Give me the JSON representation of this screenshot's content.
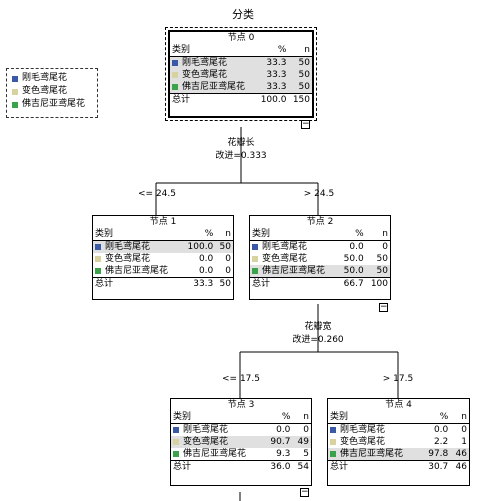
{
  "title": "分类",
  "colors": {
    "c1": "#3a5aa8",
    "c2": "#d8d2a0",
    "c3": "#3aa34a"
  },
  "legend": [
    "刚毛鸢尾花",
    "变色鸢尾花",
    "佛吉尼亚鸢尾花"
  ],
  "cols": {
    "cat": "类别",
    "pct": "%",
    "n": "n"
  },
  "total_label": "总计",
  "toggle_glyph": "−",
  "nodes": {
    "n0": {
      "label": "节点 0",
      "rows": [
        [
          "刚毛鸢尾花",
          "33.3",
          "50"
        ],
        [
          "变色鸢尾花",
          "33.3",
          "50"
        ],
        [
          "佛吉尼亚鸢尾花",
          "33.3",
          "50"
        ]
      ],
      "total": [
        "100.0",
        "150"
      ]
    },
    "n1": {
      "label": "节点 1",
      "rows": [
        [
          "刚毛鸢尾花",
          "100.0",
          "50"
        ],
        [
          "变色鸢尾花",
          "0.0",
          "0"
        ],
        [
          "佛吉尼亚鸢尾花",
          "0.0",
          "0"
        ]
      ],
      "total": [
        "33.3",
        "50"
      ]
    },
    "n2": {
      "label": "节点 2",
      "rows": [
        [
          "刚毛鸢尾花",
          "0.0",
          "0"
        ],
        [
          "变色鸢尾花",
          "50.0",
          "50"
        ],
        [
          "佛吉尼亚鸢尾花",
          "50.0",
          "50"
        ]
      ],
      "total": [
        "66.7",
        "100"
      ]
    },
    "n3": {
      "label": "节点 3",
      "rows": [
        [
          "刚毛鸢尾花",
          "0.0",
          "0"
        ],
        [
          "变色鸢尾花",
          "90.7",
          "49"
        ],
        [
          "佛吉尼亚鸢尾花",
          "9.3",
          "5"
        ]
      ],
      "total": [
        "36.0",
        "54"
      ]
    },
    "n4": {
      "label": "节点 4",
      "rows": [
        [
          "刚毛鸢尾花",
          "0.0",
          "0"
        ],
        [
          "变色鸢尾花",
          "2.2",
          "1"
        ],
        [
          "佛吉尼亚鸢尾花",
          "97.8",
          "46"
        ]
      ],
      "total": [
        "30.7",
        "46"
      ]
    }
  },
  "splits": {
    "s1": {
      "var": "花瓣长",
      "improve": "改进=0.333",
      "left": "<= 24.5",
      "right": "> 24.5"
    },
    "s2": {
      "var": "花瓣宽",
      "improve": "改进=0.260",
      "left": "<= 17.5",
      "right": "> 17.5"
    }
  }
}
